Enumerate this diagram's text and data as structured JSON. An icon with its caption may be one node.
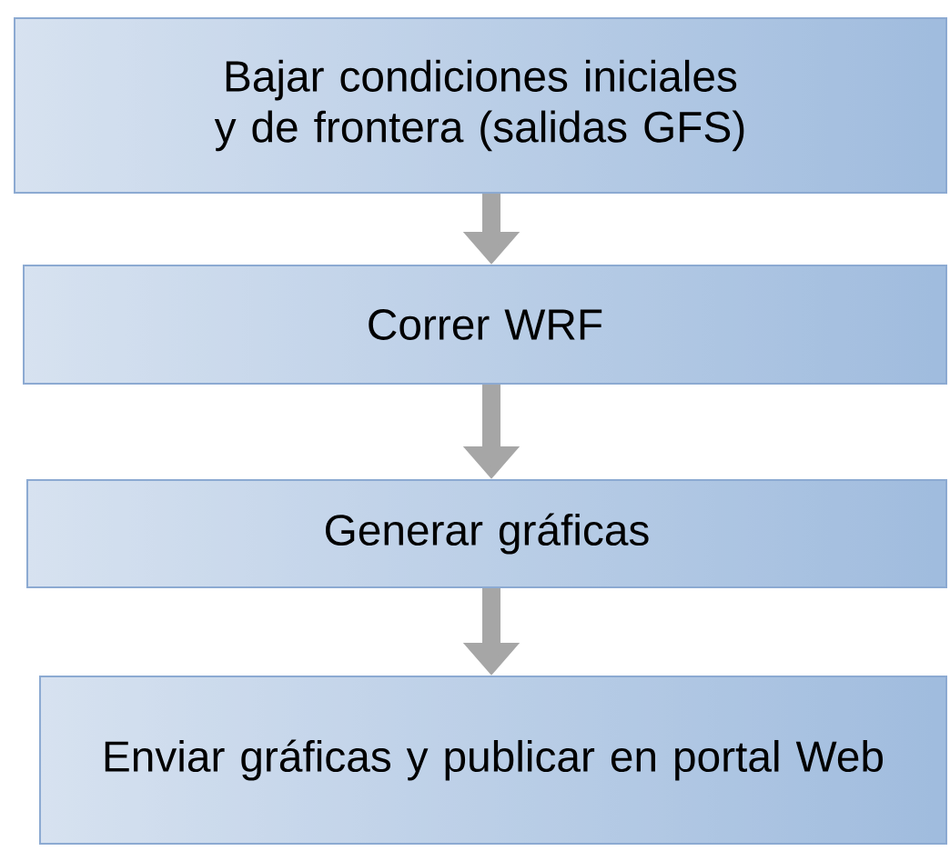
{
  "diagram": {
    "nodes": [
      {
        "text": [
          "Bajar condiciones iniciales y de frontera (salidas GFS)"
        ]
      },
      {
        "text": [
          "Correr WRF"
        ]
      },
      {
        "text": [
          "Generar gráficas"
        ]
      },
      {
        "text": [
          "Enviar gráficas y publicar en portal Web"
        ]
      }
    ],
    "edges": [
      {
        "from": 0,
        "to": 1,
        "arrow": "to"
      },
      {
        "from": 1,
        "to": 2,
        "arrow": "to"
      },
      {
        "from": 2,
        "to": 3,
        "arrow": "to"
      }
    ]
  }
}
